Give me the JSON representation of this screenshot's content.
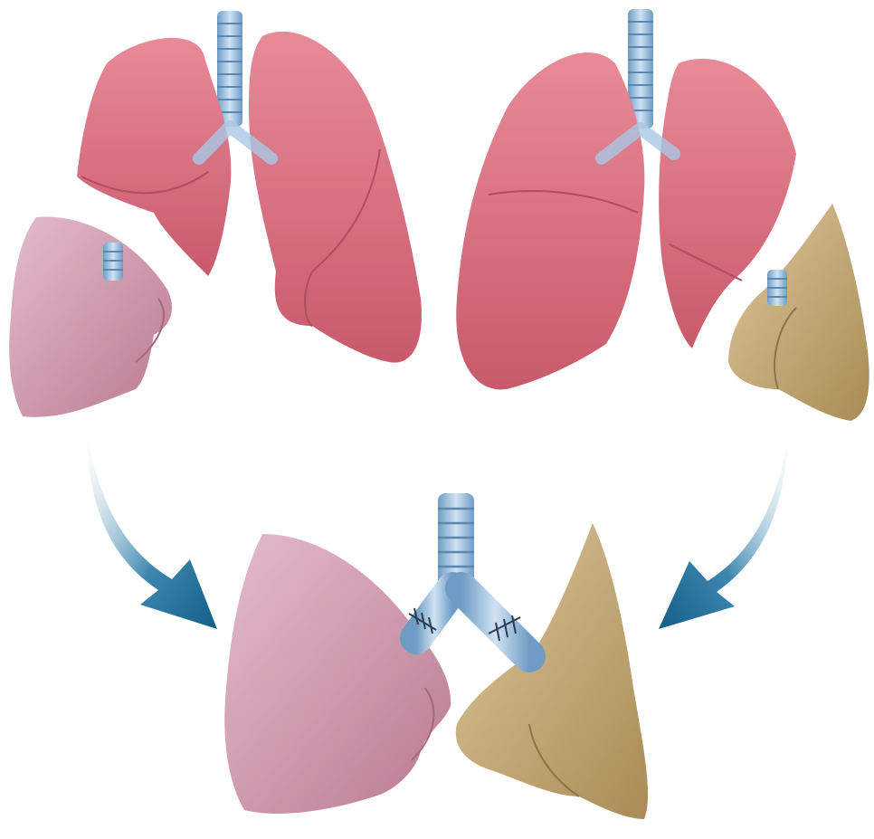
{
  "figure": {
    "donor_lungs": [
      {
        "id": "donor-a",
        "graft": "lower-lobe",
        "graft_color": "#c9879d"
      },
      {
        "id": "donor-b",
        "graft": "lower-lobe",
        "graft_color": "#c7ad7a"
      }
    ],
    "recipient": {
      "implant": "bilateral-lobar",
      "airway": "trachea-bifurcation"
    },
    "colors": {
      "lung": "#e07a8a",
      "lung_shade": "#c2566a",
      "graft_left": "#c9879d",
      "graft_right": "#c7ad7a",
      "airway": "#8fb6d8",
      "arrow": "#1b6d96"
    },
    "icons": [
      "curved-arrow-icon",
      "curved-arrow-icon"
    ]
  }
}
